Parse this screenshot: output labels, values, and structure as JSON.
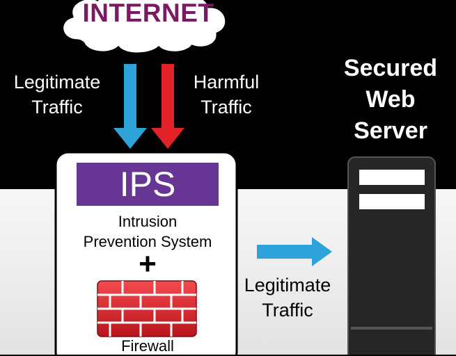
{
  "internet": {
    "label": "INTERNET"
  },
  "traffic_in": {
    "legitimate": {
      "line1": "Legitimate",
      "line2": "Traffic"
    },
    "harmful": {
      "line1": "Harmful",
      "line2": "Traffic"
    }
  },
  "ips": {
    "title": "IPS",
    "caption_line1": "Intrusion",
    "caption_line2": "Prevention System"
  },
  "plus_sign": "+",
  "firewall": {
    "label": "Firewall"
  },
  "traffic_out": {
    "line1": "Legitimate",
    "line2": "Traffic"
  },
  "server": {
    "line1": "Secured",
    "line2": "Web",
    "line3": "Server"
  },
  "colors": {
    "internet_text": "#7b1a63",
    "legitimate_arrow": "#2ea3d9",
    "harmful_arrow": "#e32227",
    "ips_panel": "#673594",
    "firewall_brick": "#d8232a",
    "server_body": "#262626"
  },
  "icons": {
    "internet": "cloud-icon",
    "legitimate": "arrow-down-icon",
    "harmful": "arrow-down-icon",
    "outgoing": "arrow-right-icon",
    "firewall": "brick-wall-icon",
    "server": "server-tower-icon"
  }
}
